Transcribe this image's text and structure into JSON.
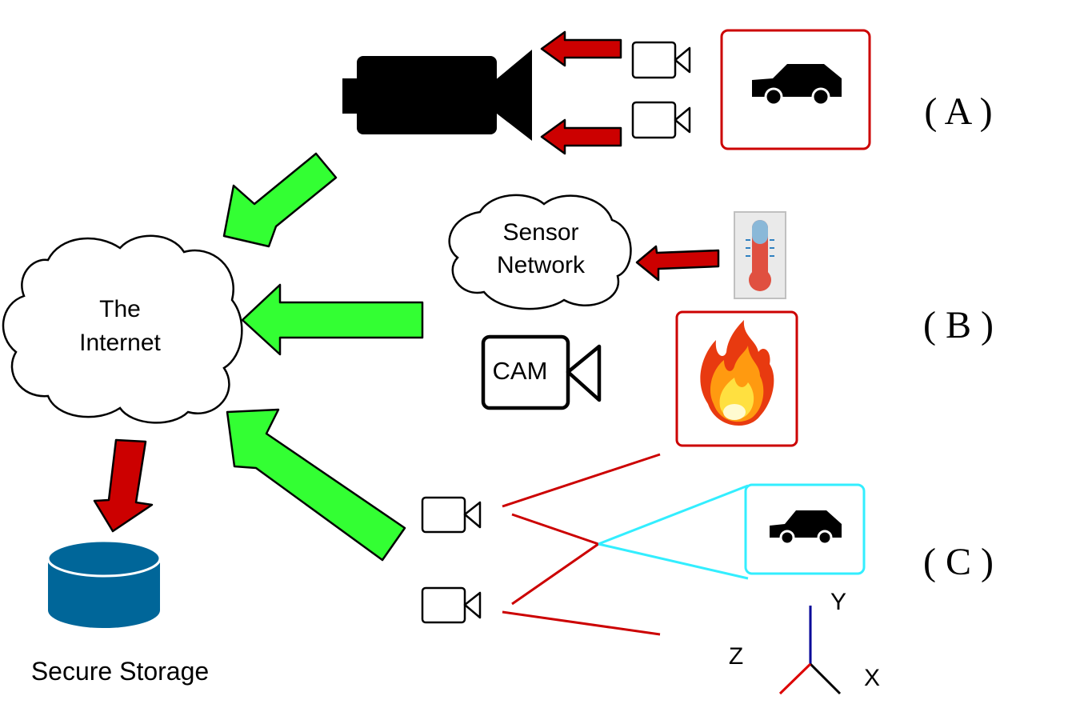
{
  "internet": {
    "line1": "The",
    "line2": "Internet"
  },
  "sensor_network": {
    "line1": "Sensor",
    "line2": "Network"
  },
  "cam_label": "CAM",
  "storage_label": "Secure Storage",
  "scenario_labels": {
    "a": "( A )",
    "b": "( B )",
    "c": "( C )"
  },
  "axes": {
    "x": "X",
    "y": "Y",
    "z": "Z"
  },
  "colors": {
    "green_arrow": "#33ff33",
    "red_arrow": "#cc0000",
    "box_red": "#cc0000",
    "box_cyan": "#33eeff",
    "storage_blue": "#006699",
    "axis_x": "#000000",
    "axis_y": "#000099",
    "axis_z": "#dd0000"
  }
}
